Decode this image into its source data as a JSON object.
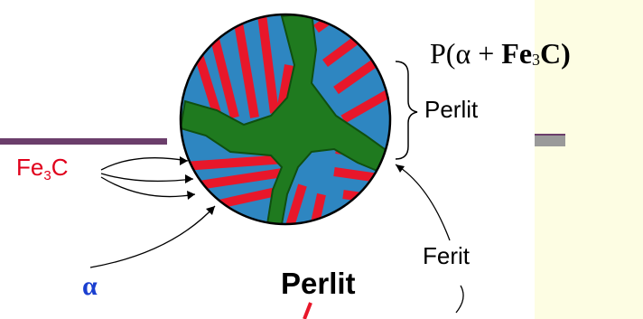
{
  "formula": {
    "prefix": "P(α + ",
    "fe": "Fe",
    "sub": "3",
    "c": "C)"
  },
  "labels": {
    "perlit_side": "Perlit",
    "fe3c_main": "Fe",
    "fe3c_sub": "3",
    "fe3c_tail": "C",
    "ferit": "Ferit",
    "alpha": "α",
    "perlit_bottom": "Perlit"
  },
  "colors": {
    "background": "#fdfde3",
    "panel": "#ffffff",
    "ferrite_blue": "#2e86c1",
    "cementite_red": "#e8172a",
    "grain_green": "#1f7a1f",
    "accent_bar": "#6b3e6b",
    "fe3c_label": "#e0001b",
    "alpha_label": "#1a3fd0"
  }
}
